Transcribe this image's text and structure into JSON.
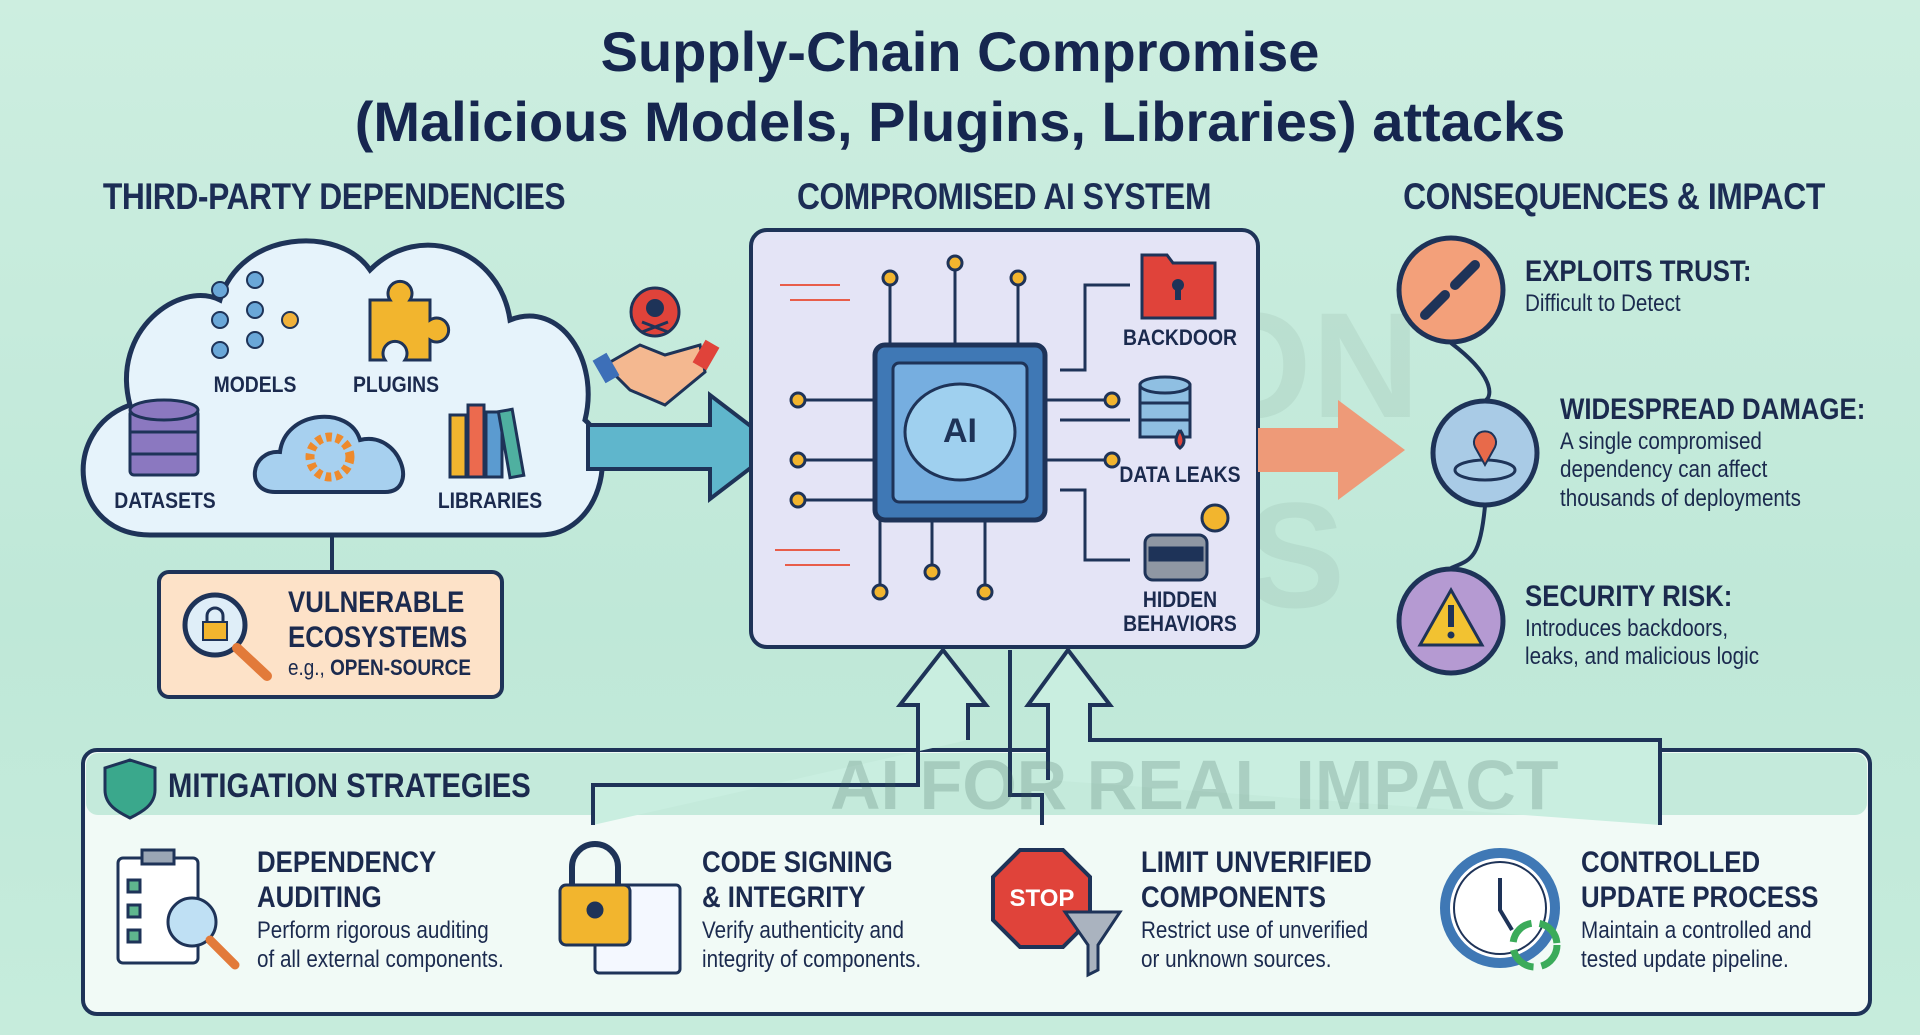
{
  "title": {
    "line1": "Supply-Chain Compromise",
    "line2": "(Malicious Models, Plugins, Libraries) attacks"
  },
  "sections": {
    "left": "THIRD-PARTY DEPENDENCIES",
    "center": "COMPROMISED AI SYSTEM",
    "right": "CONSEQUENCES & IMPACT"
  },
  "dependencies": {
    "items": [
      {
        "label": "MODELS",
        "icon": "neural-network-icon"
      },
      {
        "label": "PLUGINS",
        "icon": "puzzle-icon"
      },
      {
        "label": "DATASETS",
        "icon": "database-icon"
      },
      {
        "label": "LIBRARIES",
        "icon": "books-icon"
      }
    ],
    "vulnerable": {
      "line1": "VULNERABLE",
      "line2": "ECOSYSTEMS",
      "example_prefix": "e.g., ",
      "example": "OPEN-SOURCE"
    }
  },
  "ai_system": {
    "chip_label": "AI",
    "threats": [
      {
        "label": "BACKDOOR",
        "icon": "locked-folder-icon"
      },
      {
        "label": "DATA LEAKS",
        "icon": "leaking-database-icon"
      },
      {
        "label_line1": "HIDDEN",
        "label_line2": "BEHAVIORS",
        "icon": "masked-robot-icon"
      }
    ]
  },
  "consequences": [
    {
      "title": "EXPLOITS TRUST:",
      "desc": [
        "Difficult to Detect"
      ],
      "icon": "broken-chain-icon",
      "color": "#f3a07a"
    },
    {
      "title": "WIDESPREAD DAMAGE:",
      "desc": [
        "A single compromised",
        "dependency can affect",
        "thousands of deployments"
      ],
      "icon": "ripple-pin-icon",
      "color": "#a9cbe6"
    },
    {
      "title": "SECURITY RISK:",
      "desc": [
        "Introduces backdoors,",
        "leaks, and malicious logic"
      ],
      "icon": "warning-icon",
      "color": "#b59ad2"
    }
  ],
  "mitigation": {
    "title": "MITIGATION STRATEGIES",
    "items": [
      {
        "title1": "DEPENDENCY",
        "title2": "AUDITING",
        "desc1": "Perform rigorous auditing",
        "desc2": "of all external components.",
        "icon": "checklist-magnifier-icon"
      },
      {
        "title1": "CODE SIGNING",
        "title2": "& INTEGRITY",
        "desc1": "Verify authenticity and",
        "desc2": "integrity of components.",
        "icon": "padlock-certificate-icon"
      },
      {
        "title1": "LIMIT UNVERIFIED",
        "title2": "COMPONENTS",
        "desc1": "Restrict use of unverified",
        "desc2": "or unknown sources.",
        "icon": "stop-funnel-icon",
        "stop_text": "STOP"
      },
      {
        "title1": "CONTROLLED",
        "title2": "UPDATE PROCESS",
        "desc1": "Maintain a controlled and",
        "desc2": "tested update pipeline.",
        "icon": "clock-refresh-icon"
      }
    ]
  },
  "watermark": {
    "line1": "BILLION",
    "line2": "HOPES",
    "line3": "AI FOR REAL IMPACT"
  },
  "colors": {
    "title": "#16264f",
    "blue_arrow": "#5fb6cc",
    "orange_arrow": "#ee9a78",
    "vulnerable_bg": "#fde2c8",
    "system_bg": "#e4e4f6"
  }
}
